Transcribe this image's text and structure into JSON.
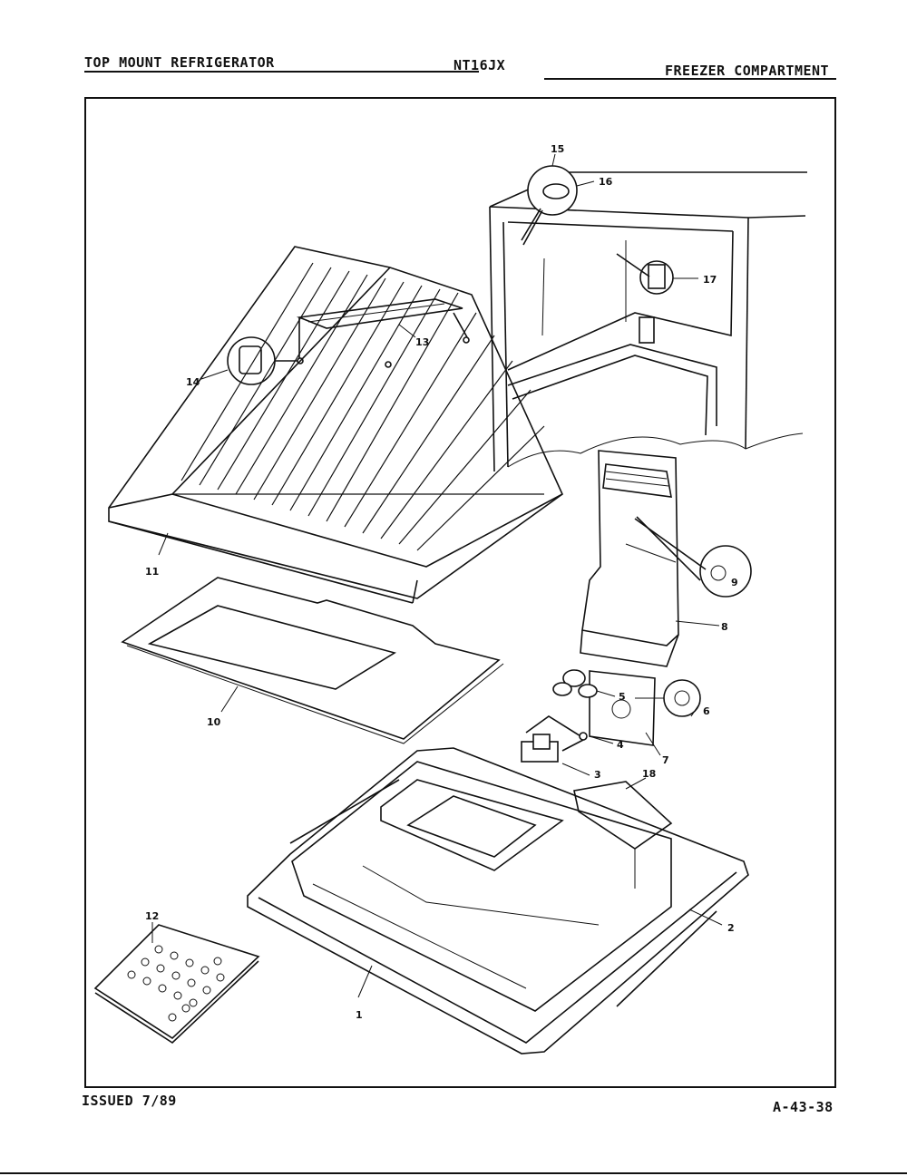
{
  "header": {
    "left": "TOP MOUNT REFRIGERATOR",
    "center": "NT16JX",
    "right": "FREEZER COMPARTMENT"
  },
  "footer": {
    "issued": "ISSUED 7/89",
    "code": "A-43-38"
  },
  "callouts": [
    "1",
    "2",
    "3",
    "4",
    "5",
    "6",
    "7",
    "8",
    "9",
    "10",
    "11",
    "12",
    "13",
    "14",
    "15",
    "16",
    "17",
    "18"
  ]
}
